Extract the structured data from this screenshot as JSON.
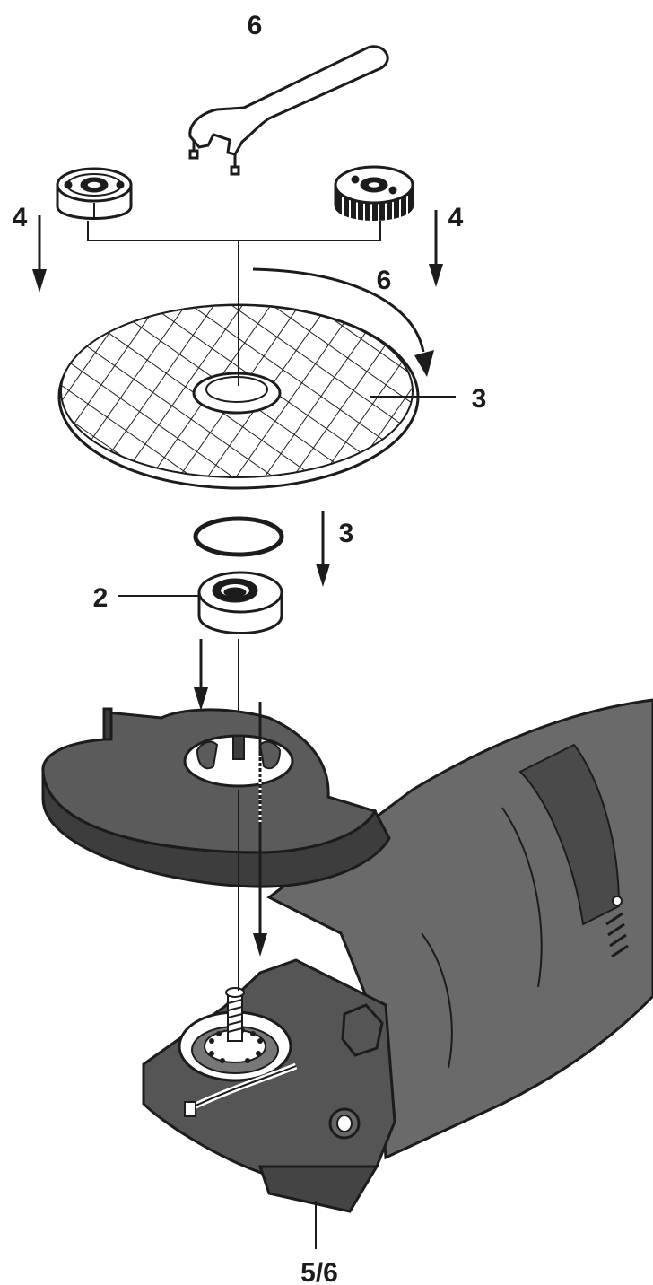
{
  "labels": {
    "wrench": "6",
    "left_arrow": "4",
    "right_arrow": "4",
    "rotation": "6",
    "disc": "3",
    "ring_arrow": "3",
    "inner_flange": "2",
    "spindle_lock": "5/6"
  },
  "colors": {
    "line": "#1c1c1c",
    "guard": "#5b5b5b",
    "guard_dark": "#3d3d3d",
    "body": "#6a6a6a",
    "body_dark": "#444444",
    "part_fill": "#ffffff"
  }
}
